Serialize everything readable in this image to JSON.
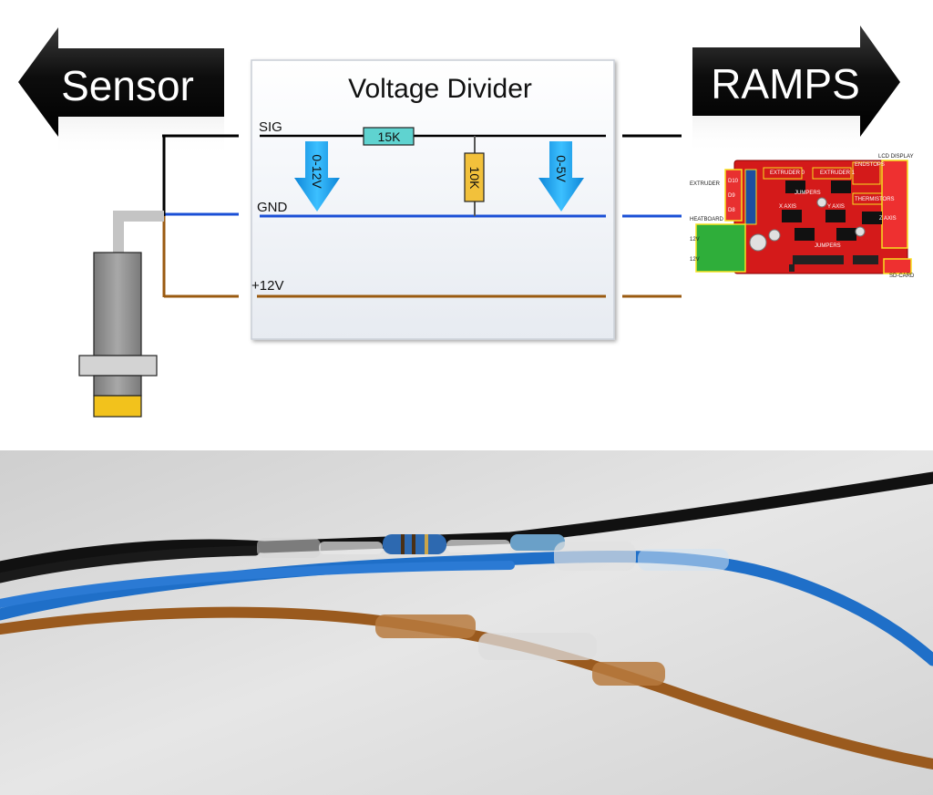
{
  "diagram": {
    "left_arrow_label": "Sensor",
    "right_arrow_label": "RAMPS",
    "panel_title": "Voltage Divider",
    "wires": {
      "sig_label": "SIG",
      "gnd_label": "GND",
      "v12_label": "+12V"
    },
    "resistors": {
      "series_label": "15K",
      "shunt_label": "10K"
    },
    "voltage_arrows": {
      "input_label": "0-12V",
      "output_label": "0-5V"
    },
    "colors": {
      "sig_wire": "#000000",
      "gnd_wire": "#1a4fd6",
      "v12_wire": "#9a5a10",
      "series_resistor": "#5fd3d0",
      "shunt_resistor": "#f2c13b",
      "voltage_arrow": "#1fa8f0",
      "sensor_tip": "#f2c21c"
    }
  },
  "board": {
    "labels": {
      "lcd_display": "LCD DISPLAY",
      "endstops": "ENDSTOPS",
      "extruder_0": "EXTRUDER 0",
      "extruder_1": "EXTRUDER 1",
      "extruder": "EXTRUDER",
      "jumpers_top": "JUMPERS",
      "thermistors": "THERMISTORS",
      "x_axis": "X AXIS",
      "y_axis": "Y AXIS",
      "z_axis": "Z AXIS",
      "heatboard": "HEATBOARD",
      "v12_top": "12V",
      "v12_bottom": "12V",
      "d10": "D10",
      "d9": "D9",
      "d8": "D8",
      "jumpers_bottom": "JUMPERS",
      "sd_card": "SD-CARD"
    }
  },
  "photo": {
    "wires": [
      "black",
      "blue",
      "brown"
    ]
  }
}
